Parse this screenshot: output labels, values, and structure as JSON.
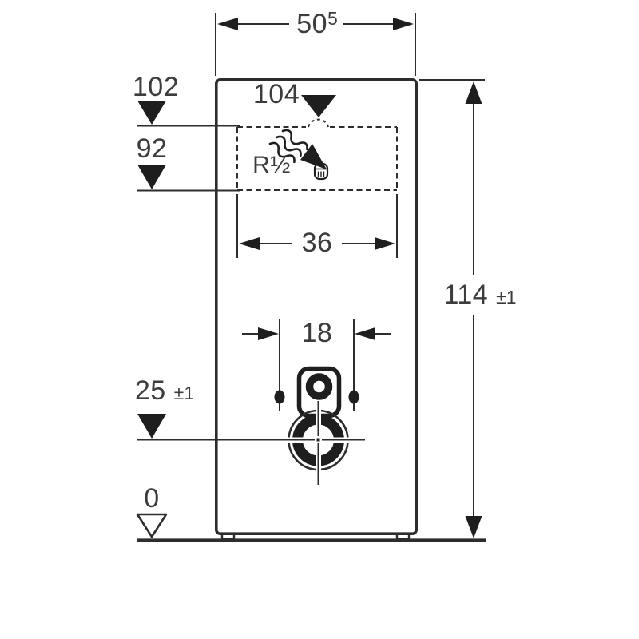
{
  "drawing": {
    "type": "technical-dimension-drawing",
    "subject": "sanitary-module-front-view",
    "colors": {
      "line": "#2d2d2d",
      "fill": "#1e1e1e",
      "background": "#ffffff"
    },
    "labels": {
      "width_top_main": "50",
      "width_top_sup": "5",
      "level_upper": "102",
      "level_lower": "92",
      "level_bend": "104",
      "thread": "R½",
      "inner_width": "36",
      "fixing_spacing": "18",
      "overall_height_main": "114",
      "overall_height_tol": "±1",
      "outlet_level_main": "25",
      "outlet_level_tol": "±1",
      "floor_level": "0"
    }
  }
}
